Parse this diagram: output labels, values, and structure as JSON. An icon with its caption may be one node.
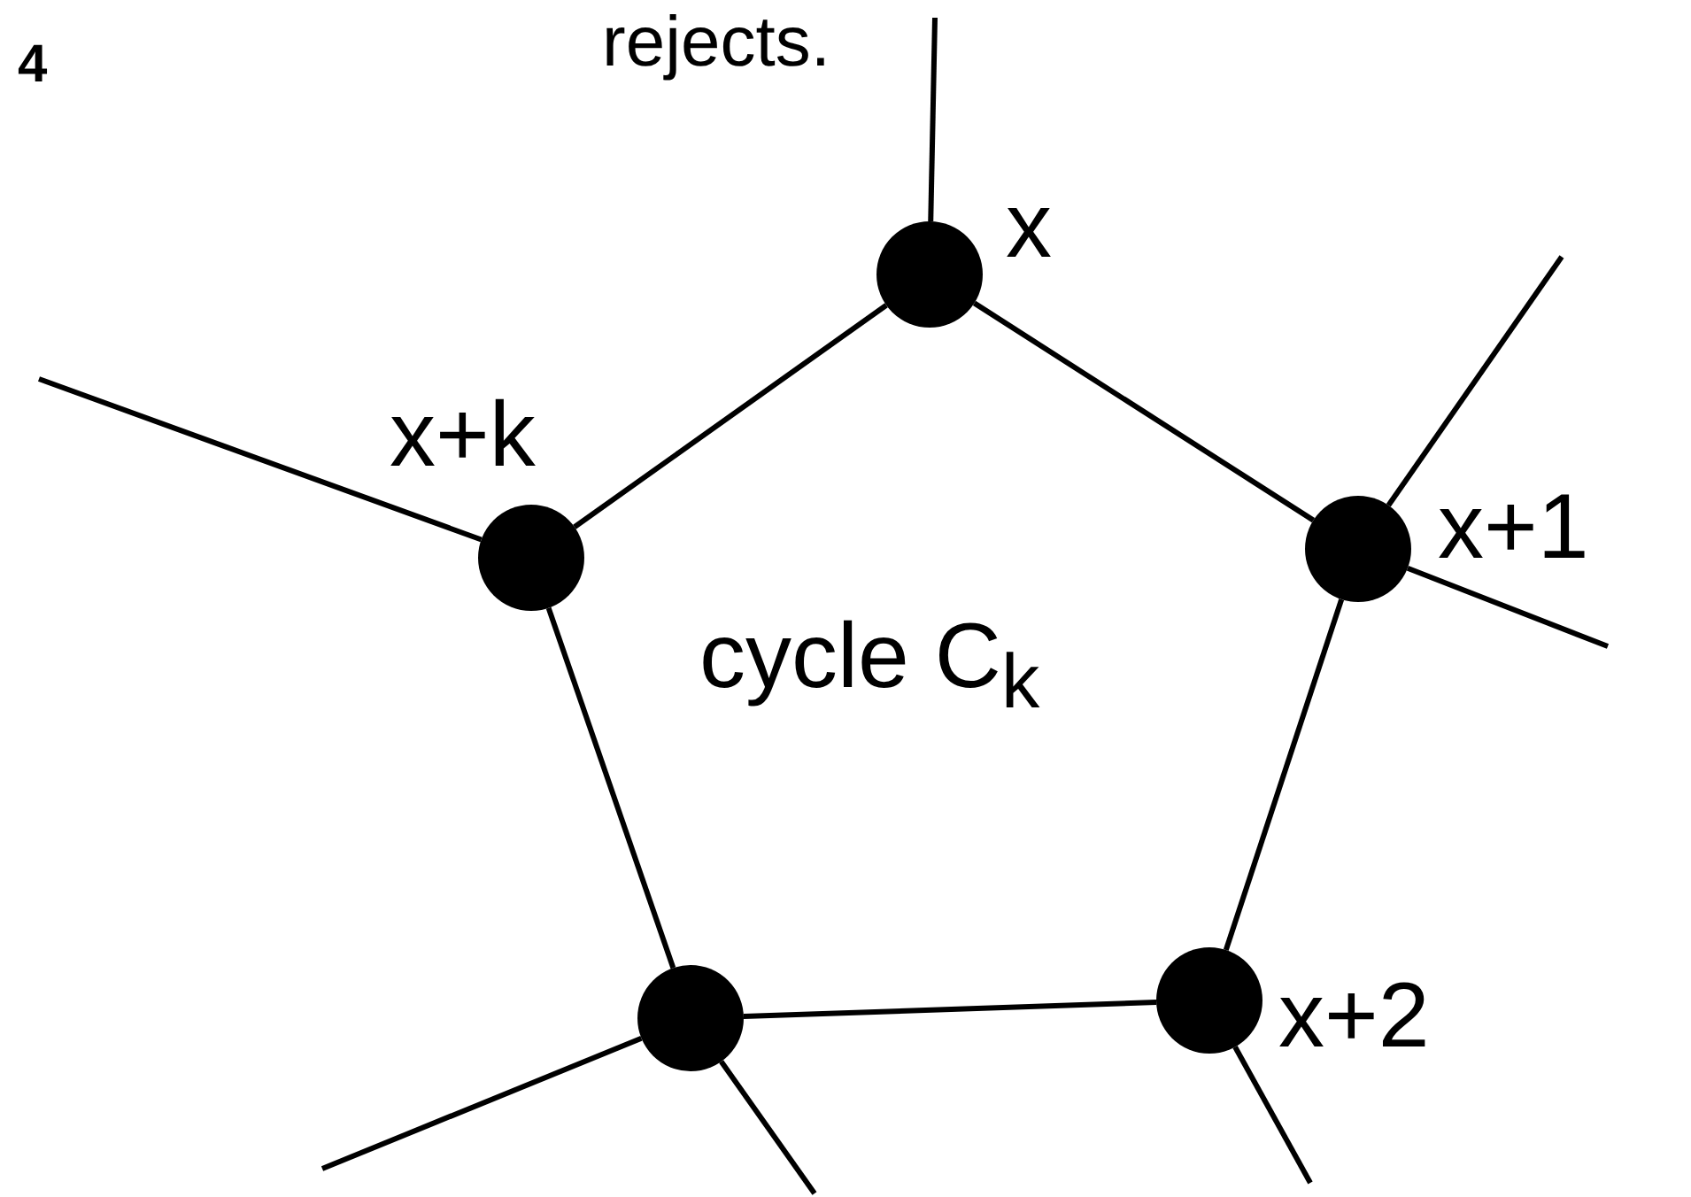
{
  "diagram": {
    "nodes": [
      {
        "text": [],
        "shape": "circle",
        "beside": [
          "x"
        ]
      },
      {
        "text": [],
        "shape": "circle",
        "beside": [
          "x+k"
        ]
      },
      {
        "text": [],
        "shape": "circle",
        "beside": [
          "x+1"
        ]
      },
      {
        "text": [],
        "shape": "circle"
      },
      {
        "text": [],
        "shape": "circle",
        "beside": [
          "x+2"
        ]
      }
    ],
    "edges": [
      {
        "from": 0,
        "to": 2,
        "arrow": "none"
      },
      {
        "from": 2,
        "to": 4,
        "arrow": "none"
      },
      {
        "from": 4,
        "to": 3,
        "arrow": "none"
      },
      {
        "from": 3,
        "to": 1,
        "arrow": "none"
      },
      {
        "from": 1,
        "to": 0,
        "arrow": "none"
      },
      {
        "from": 0,
        "to": null,
        "arrow": "none"
      },
      {
        "from": 1,
        "to": null,
        "arrow": "none"
      },
      {
        "from": 2,
        "to": null,
        "arrow": "none"
      },
      {
        "from": 2,
        "to": null,
        "arrow": "none"
      },
      {
        "from": 3,
        "to": null,
        "arrow": "none"
      },
      {
        "from": 3,
        "to": null,
        "arrow": "none"
      },
      {
        "from": 4,
        "to": null,
        "arrow": "none"
      }
    ],
    "labels": [
      "rejects.",
      "4",
      "cycle C$_{k}$"
    ]
  }
}
